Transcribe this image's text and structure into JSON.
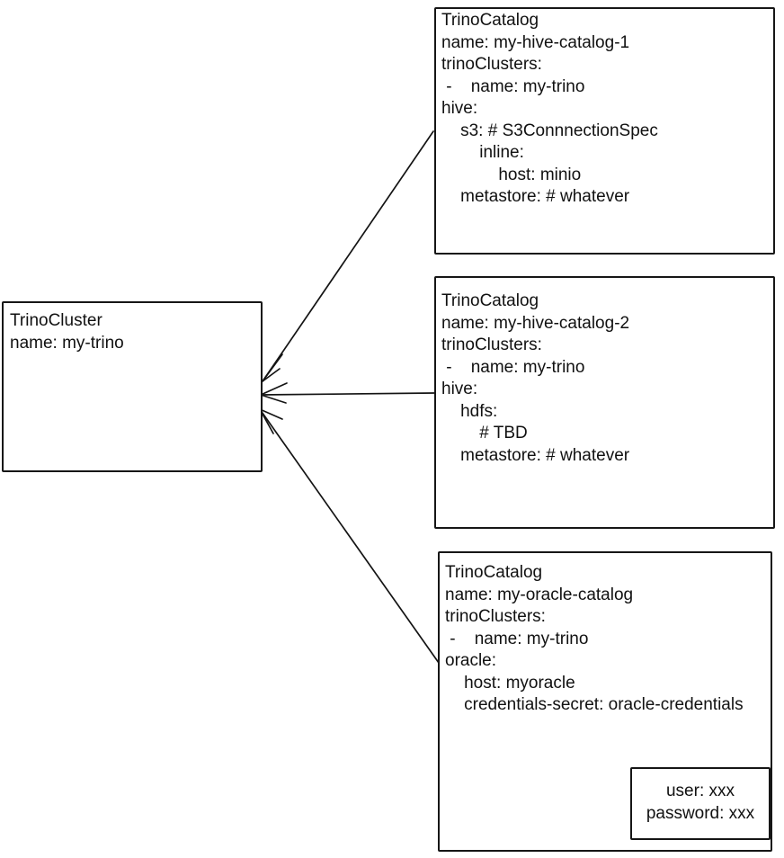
{
  "canvas": {
    "background_color": "#ffffff",
    "stroke_color": "#141414",
    "text_color": "#111111"
  },
  "boxes": {
    "trino_cluster": {
      "title": "TrinoCluster",
      "lines": [
        "TrinoCluster",
        "name: my-trino"
      ]
    },
    "catalog_1": {
      "title": "TrinoCatalog",
      "lines": [
        "TrinoCatalog",
        "name: my-hive-catalog-1",
        "trinoClusters:",
        " -    name: my-trino",
        "hive:",
        "    s3: # S3ConnnectionSpec",
        "        inline:",
        "            host: minio",
        "    metastore: # whatever"
      ]
    },
    "catalog_2": {
      "title": "TrinoCatalog",
      "lines": [
        "TrinoCatalog",
        "name: my-hive-catalog-2",
        "trinoClusters:",
        " -    name: my-trino",
        "hive:",
        "    hdfs:",
        "        # TBD",
        "    metastore: # whatever"
      ]
    },
    "catalog_3": {
      "title": "TrinoCatalog",
      "lines": [
        "TrinoCatalog",
        "name: my-oracle-catalog",
        "trinoClusters:",
        " -    name: my-trino",
        "oracle:",
        "    host: myoracle",
        "    credentials-secret: oracle-credentials"
      ]
    },
    "credentials": {
      "lines": [
        "user: xxx",
        "password: xxx"
      ]
    }
  },
  "connectors": [
    {
      "from": "catalog_1",
      "to": "trino_cluster",
      "type": "arrow"
    },
    {
      "from": "catalog_2",
      "to": "trino_cluster",
      "type": "arrow"
    },
    {
      "from": "catalog_3",
      "to": "trino_cluster",
      "type": "arrow"
    },
    {
      "from": "credentials-secret",
      "to": "credentials",
      "type": "annotation-arrow"
    }
  ]
}
